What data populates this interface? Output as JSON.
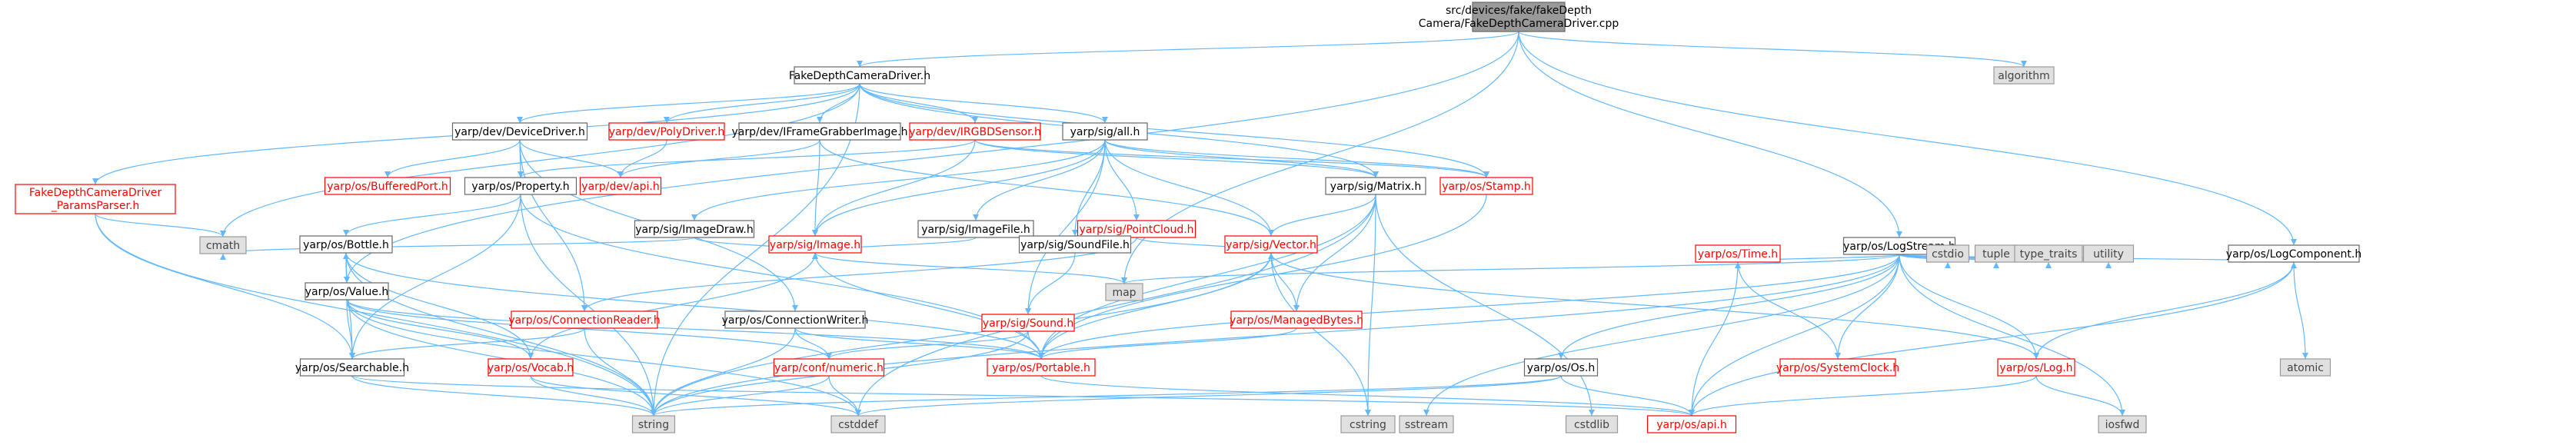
{
  "root": {
    "line1": "src/devices/fake/fakeDepth",
    "line2": "Camera/FakeDepthCameraDriver.cpp"
  },
  "nodes": [
    {
      "id": "root",
      "lines": [
        "src/devices/fake/fakeDepth",
        "Camera/FakeDepthCameraDriver.cpp"
      ],
      "style": "root"
    },
    {
      "id": "fdcd_h",
      "lines": [
        "FakeDepthCameraDriver.h"
      ],
      "style": "plain"
    },
    {
      "id": "algorithm",
      "lines": [
        "algorithm"
      ],
      "style": "ext"
    },
    {
      "id": "devicedriver",
      "lines": [
        "yarp/dev/DeviceDriver.h"
      ],
      "style": "plain"
    },
    {
      "id": "polydriver",
      "lines": [
        "yarp/dev/PolyDriver.h"
      ],
      "style": "red"
    },
    {
      "id": "iframegrabber",
      "lines": [
        "yarp/dev/IFrameGrabberImage.h"
      ],
      "style": "plain"
    },
    {
      "id": "irgbd",
      "lines": [
        "yarp/dev/IRGBDSensor.h"
      ],
      "style": "red"
    },
    {
      "id": "sigall",
      "lines": [
        "yarp/sig/all.h"
      ],
      "style": "plain"
    },
    {
      "id": "params",
      "lines": [
        "FakeDepthCameraDriver",
        "_ParamsParser.h"
      ],
      "style": "red"
    },
    {
      "id": "bufferedport",
      "lines": [
        "yarp/os/BufferedPort.h"
      ],
      "style": "red"
    },
    {
      "id": "property",
      "lines": [
        "yarp/os/Property.h"
      ],
      "style": "plain"
    },
    {
      "id": "devapi",
      "lines": [
        "yarp/dev/api.h"
      ],
      "style": "red"
    },
    {
      "id": "matrix",
      "lines": [
        "yarp/sig/Matrix.h"
      ],
      "style": "plain"
    },
    {
      "id": "stamp",
      "lines": [
        "yarp/os/Stamp.h"
      ],
      "style": "red"
    },
    {
      "id": "cmath",
      "lines": [
        "cmath"
      ],
      "style": "ext"
    },
    {
      "id": "imagedraw",
      "lines": [
        "yarp/sig/ImageDraw.h"
      ],
      "style": "plain"
    },
    {
      "id": "imagefile",
      "lines": [
        "yarp/sig/ImageFile.h"
      ],
      "style": "plain"
    },
    {
      "id": "pointcloud",
      "lines": [
        "yarp/sig/PointCloud.h"
      ],
      "style": "red"
    },
    {
      "id": "bottle",
      "lines": [
        "yarp/os/Bottle.h"
      ],
      "style": "plain"
    },
    {
      "id": "image",
      "lines": [
        "yarp/sig/Image.h"
      ],
      "style": "red"
    },
    {
      "id": "vector",
      "lines": [
        "yarp/sig/Vector.h"
      ],
      "style": "red"
    },
    {
      "id": "soundfile",
      "lines": [
        "yarp/sig/SoundFile.h"
      ],
      "style": "plain"
    },
    {
      "id": "value",
      "lines": [
        "yarp/os/Value.h"
      ],
      "style": "plain"
    },
    {
      "id": "connreader",
      "lines": [
        "yarp/os/ConnectionReader.h"
      ],
      "style": "red"
    },
    {
      "id": "connwriter",
      "lines": [
        "yarp/os/ConnectionWriter.h"
      ],
      "style": "plain"
    },
    {
      "id": "map",
      "lines": [
        "map"
      ],
      "style": "ext"
    },
    {
      "id": "sound",
      "lines": [
        "yarp/sig/Sound.h"
      ],
      "style": "red"
    },
    {
      "id": "managedbytes",
      "lines": [
        "yarp/os/ManagedBytes.h"
      ],
      "style": "red"
    },
    {
      "id": "searchable",
      "lines": [
        "yarp/os/Searchable.h"
      ],
      "style": "plain"
    },
    {
      "id": "vocab",
      "lines": [
        "yarp/os/Vocab.h"
      ],
      "style": "red"
    },
    {
      "id": "confnumeric",
      "lines": [
        "yarp/conf/numeric.h"
      ],
      "style": "red"
    },
    {
      "id": "portable",
      "lines": [
        "yarp/os/Portable.h"
      ],
      "style": "red"
    },
    {
      "id": "string",
      "lines": [
        "string"
      ],
      "style": "ext"
    },
    {
      "id": "cstddef",
      "lines": [
        "cstddef"
      ],
      "style": "ext"
    },
    {
      "id": "cstring",
      "lines": [
        "cstring"
      ],
      "style": "ext"
    },
    {
      "id": "sstream",
      "lines": [
        "sstream"
      ],
      "style": "ext"
    },
    {
      "id": "cstdlib",
      "lines": [
        "cstdlib"
      ],
      "style": "ext"
    },
    {
      "id": "osapi",
      "lines": [
        "yarp/os/api.h"
      ],
      "style": "red"
    },
    {
      "id": "logstream",
      "lines": [
        "yarp/os/LogStream.h"
      ],
      "style": "plain"
    },
    {
      "id": "time",
      "lines": [
        "yarp/os/Time.h"
      ],
      "style": "red"
    },
    {
      "id": "cstdio",
      "lines": [
        "cstdio"
      ],
      "style": "ext"
    },
    {
      "id": "tuple",
      "lines": [
        "tuple"
      ],
      "style": "ext"
    },
    {
      "id": "type_traits",
      "lines": [
        "type_traits"
      ],
      "style": "ext"
    },
    {
      "id": "utility",
      "lines": [
        "utility"
      ],
      "style": "ext"
    },
    {
      "id": "logcomponent",
      "lines": [
        "yarp/os/LogComponent.h"
      ],
      "style": "plain"
    },
    {
      "id": "os_h",
      "lines": [
        "yarp/os/Os.h"
      ],
      "style": "plain"
    },
    {
      "id": "systemclock",
      "lines": [
        "yarp/os/SystemClock.h"
      ],
      "style": "red"
    },
    {
      "id": "log",
      "lines": [
        "yarp/os/Log.h"
      ],
      "style": "red"
    },
    {
      "id": "atomic",
      "lines": [
        "atomic"
      ],
      "style": "ext"
    },
    {
      "id": "iosfwd",
      "lines": [
        "iosfwd"
      ],
      "style": "ext"
    }
  ],
  "edges": [
    [
      "root",
      "fdcd_h"
    ],
    [
      "root",
      "algorithm"
    ],
    [
      "root",
      "logstream"
    ],
    [
      "root",
      "logcomponent"
    ],
    [
      "root",
      "value"
    ],
    [
      "root",
      "map"
    ],
    [
      "fdcd_h",
      "devicedriver"
    ],
    [
      "fdcd_h",
      "polydriver"
    ],
    [
      "fdcd_h",
      "iframegrabber"
    ],
    [
      "fdcd_h",
      "irgbd"
    ],
    [
      "fdcd_h",
      "sigall"
    ],
    [
      "fdcd_h",
      "params"
    ],
    [
      "fdcd_h",
      "string"
    ],
    [
      "fdcd_h",
      "stamp"
    ],
    [
      "fdcd_h",
      "matrix"
    ],
    [
      "fdcd_h",
      "cmath"
    ],
    [
      "devicedriver",
      "bufferedport"
    ],
    [
      "devicedriver",
      "property"
    ],
    [
      "devicedriver",
      "devapi"
    ],
    [
      "devicedriver",
      "connreader"
    ],
    [
      "devicedriver",
      "connwriter"
    ],
    [
      "polydriver",
      "devapi"
    ],
    [
      "iframegrabber",
      "image"
    ],
    [
      "iframegrabber",
      "devapi"
    ],
    [
      "iframegrabber",
      "vector"
    ],
    [
      "irgbd",
      "property"
    ],
    [
      "irgbd",
      "image"
    ],
    [
      "irgbd",
      "stamp"
    ],
    [
      "irgbd",
      "matrix"
    ],
    [
      "sigall",
      "image"
    ],
    [
      "sigall",
      "imagedraw"
    ],
    [
      "sigall",
      "imagefile"
    ],
    [
      "sigall",
      "pointcloud"
    ],
    [
      "sigall",
      "matrix"
    ],
    [
      "sigall",
      "vector"
    ],
    [
      "sigall",
      "soundfile"
    ],
    [
      "sigall",
      "sound"
    ],
    [
      "sigall",
      "stamp"
    ],
    [
      "params",
      "cmath"
    ],
    [
      "params",
      "searchable"
    ],
    [
      "params",
      "string"
    ],
    [
      "property",
      "bottle"
    ],
    [
      "property",
      "searchable"
    ],
    [
      "property",
      "string"
    ],
    [
      "property",
      "portable"
    ],
    [
      "bottle",
      "value"
    ],
    [
      "bottle",
      "searchable"
    ],
    [
      "bottle",
      "portable"
    ],
    [
      "bottle",
      "vocab"
    ],
    [
      "bottle",
      "string"
    ],
    [
      "value",
      "bottle"
    ],
    [
      "value",
      "searchable"
    ],
    [
      "value",
      "vocab"
    ],
    [
      "value",
      "confnumeric"
    ],
    [
      "value",
      "portable"
    ],
    [
      "value",
      "string"
    ],
    [
      "value",
      "cstddef"
    ],
    [
      "searchable",
      "string"
    ],
    [
      "searchable",
      "osapi"
    ],
    [
      "vocab",
      "string"
    ],
    [
      "vocab",
      "cstddef"
    ],
    [
      "imagedraw",
      "image"
    ],
    [
      "imagedraw",
      "cmath"
    ],
    [
      "imagefile",
      "image"
    ],
    [
      "pointcloud",
      "vector"
    ],
    [
      "pointcloud",
      "connreader"
    ],
    [
      "image",
      "vocab"
    ],
    [
      "image",
      "portable"
    ],
    [
      "image",
      "map"
    ],
    [
      "matrix",
      "vector"
    ],
    [
      "matrix",
      "managedbytes"
    ],
    [
      "matrix",
      "portable"
    ],
    [
      "matrix",
      "cstring"
    ],
    [
      "matrix",
      "cstddef"
    ],
    [
      "matrix",
      "cstdlib"
    ],
    [
      "vector",
      "managedbytes"
    ],
    [
      "vector",
      "portable"
    ],
    [
      "vector",
      "string"
    ],
    [
      "vector",
      "cstring"
    ],
    [
      "vector",
      "log"
    ],
    [
      "soundfile",
      "sound"
    ],
    [
      "sound",
      "portable"
    ],
    [
      "sound",
      "string"
    ],
    [
      "sound",
      "confnumeric"
    ],
    [
      "connreader",
      "searchable"
    ],
    [
      "connreader",
      "string"
    ],
    [
      "connwriter",
      "confnumeric"
    ],
    [
      "connwriter",
      "string"
    ],
    [
      "connwriter",
      "portable"
    ],
    [
      "managedbytes",
      "portable"
    ],
    [
      "confnumeric",
      "string"
    ],
    [
      "confnumeric",
      "cstddef"
    ],
    [
      "portable",
      "osapi"
    ],
    [
      "stamp",
      "portable"
    ],
    [
      "logstream",
      "time"
    ],
    [
      "logstream",
      "cstdio"
    ],
    [
      "logstream",
      "tuple"
    ],
    [
      "logstream",
      "type_traits"
    ],
    [
      "logstream",
      "utility"
    ],
    [
      "logstream",
      "logcomponent"
    ],
    [
      "logstream",
      "log"
    ],
    [
      "logstream",
      "os_h"
    ],
    [
      "logstream",
      "map"
    ],
    [
      "logstream",
      "portable"
    ],
    [
      "logstream",
      "sstream"
    ],
    [
      "logstream",
      "string"
    ],
    [
      "logstream",
      "osapi"
    ],
    [
      "logstream",
      "iosfwd"
    ],
    [
      "logstream",
      "systemclock"
    ],
    [
      "time",
      "systemclock"
    ],
    [
      "time",
      "osapi"
    ],
    [
      "os_h",
      "osapi"
    ],
    [
      "os_h",
      "string"
    ],
    [
      "os_h",
      "cstddef"
    ],
    [
      "logcomponent",
      "log"
    ],
    [
      "logcomponent",
      "atomic"
    ],
    [
      "logcomponent",
      "osapi"
    ],
    [
      "log",
      "osapi"
    ],
    [
      "log",
      "iosfwd"
    ]
  ]
}
